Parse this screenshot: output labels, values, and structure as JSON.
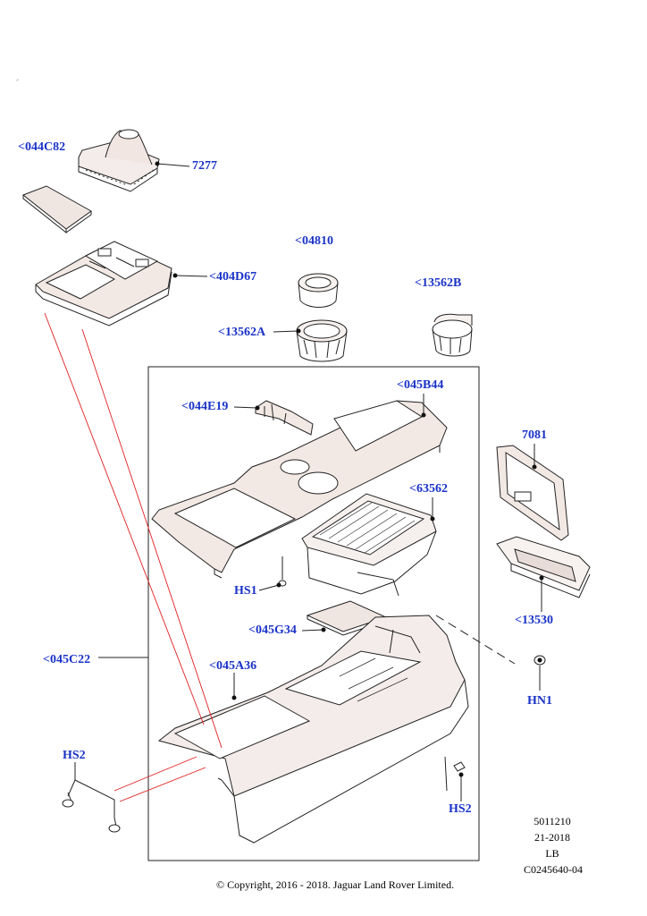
{
  "callouts": {
    "c044C82": "<044C82",
    "c7277": "7277",
    "c04810": "<04810",
    "c13562B": "<13562B",
    "c404D67": "<404D67",
    "c13562A": "<13562A",
    "c044E19": "<044E19",
    "c045B44": "<045B44",
    "c7081": "7081",
    "c63562": "<63562",
    "cHS1": "HS1",
    "c045G34": "<045G34",
    "c045C22": "<045C22",
    "c045A36": "<045A36",
    "c13530": "<13530",
    "cHN1": "HN1",
    "cHS2a": "HS2",
    "cHS2b": "HS2"
  },
  "meta": {
    "line1": "5011210",
    "line2": "21-2018",
    "line3": "LB",
    "line4": "C0245640-04"
  },
  "copyright": "© Copyright, 2016 - 2018. Jaguar Land Rover Limited.",
  "colors": {
    "callout": "#1a33c8",
    "leader_red": "#e02020",
    "linework": "#222222",
    "shade": "#e8dcd8"
  }
}
